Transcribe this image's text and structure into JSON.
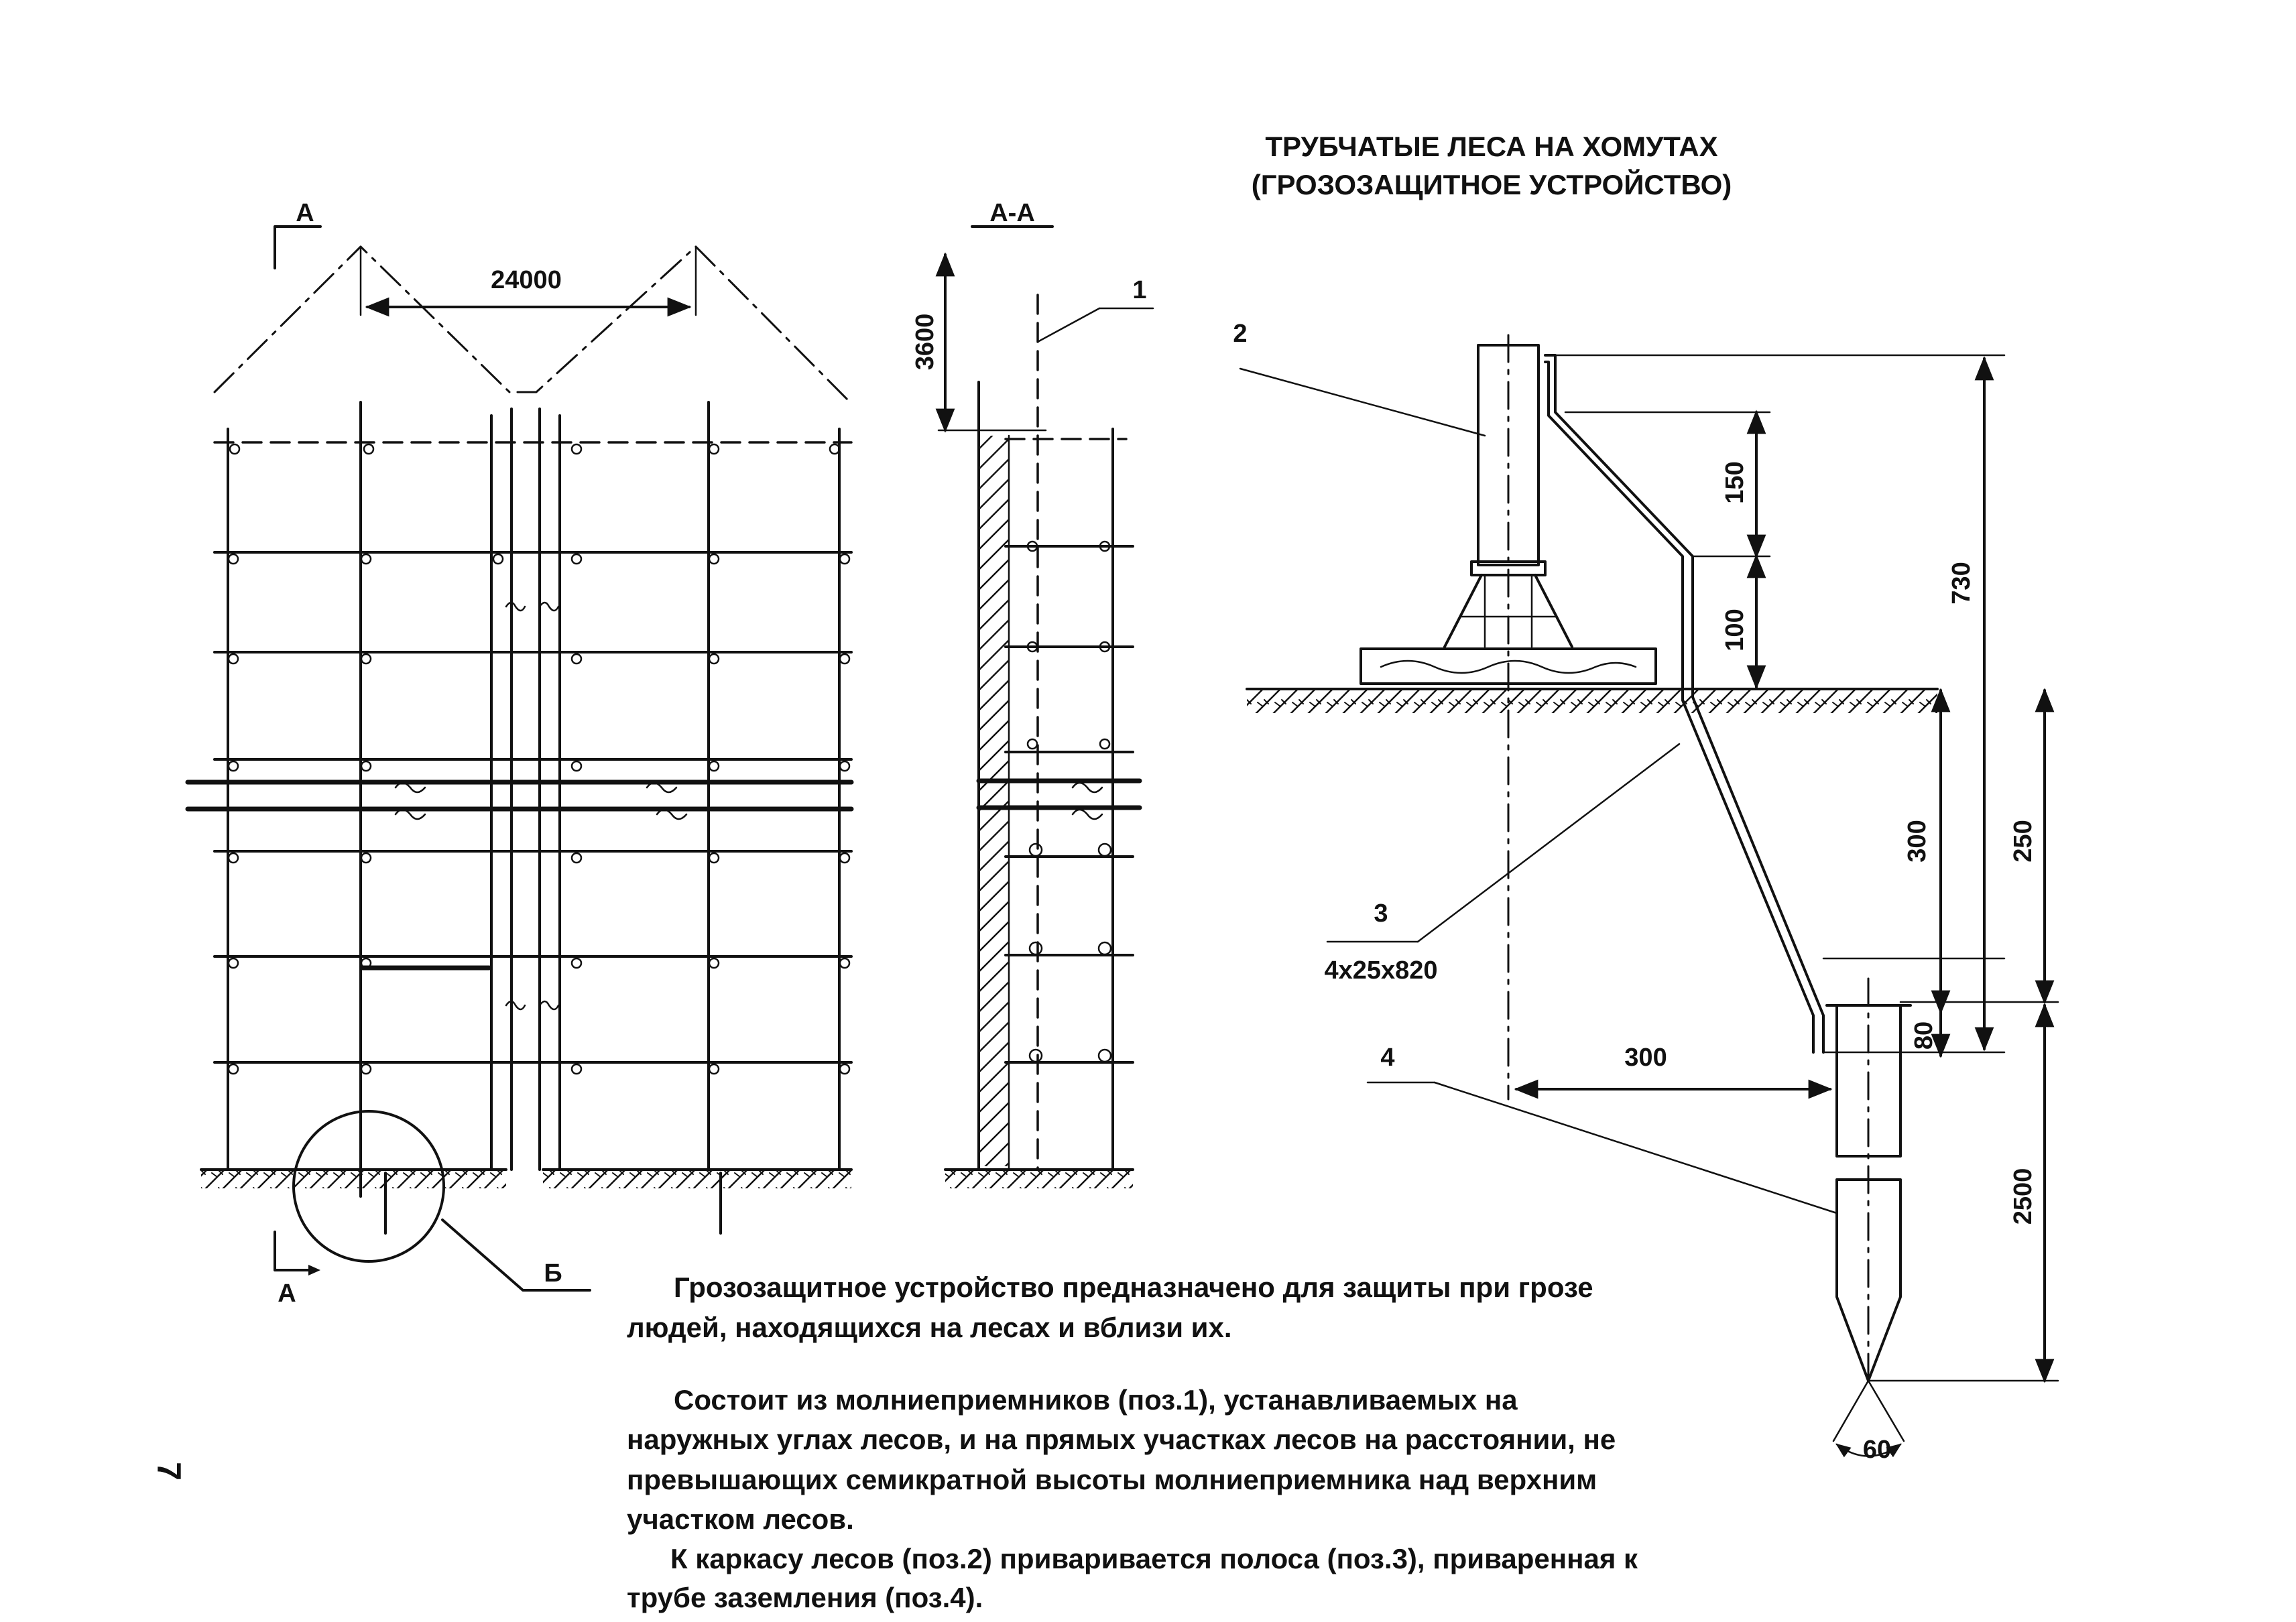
{
  "title": {
    "line1": "ТРУБЧАТЫЕ ЛЕСА НА ХОМУТАХ",
    "line2": "(ГРОЗОЗАЩИТНОЕ УСТРОЙСТВО)"
  },
  "elevation": {
    "section_mark_top": "А",
    "section_mark_bottom": "А",
    "span_dimension": "24000",
    "detail_callout": "Б"
  },
  "section_view": {
    "title": "А-А",
    "height_dimension": "3600",
    "item_1": "1"
  },
  "detail": {
    "item_2": "2",
    "item_3": "3",
    "item_3_size": "4x25x820",
    "item_4": "4",
    "dim_150": "150",
    "dim_100": "100",
    "dim_730": "730",
    "dim_300_vertical": "300",
    "dim_250": "250",
    "dim_300_horizontal": "300",
    "dim_80": "80",
    "dim_2500": "2500",
    "angle_60": "60"
  },
  "text": {
    "p1_line1": "Грозозащитное устройство предназначено для защиты при грозе",
    "p1_line2": "людей, находящихся на лесах и вблизи их.",
    "p2_line1": "Состоит из молниеприемников (поз.1), устанавливаемых на",
    "p2_line2": "наружных углах лесов, и на прямых участках лесов на расстоянии, не",
    "p2_line3": "превышающих семикратной высоты молниеприемника над верхним",
    "p2_line4": "участком лесов.",
    "p3_line1": "К каркасу лесов (поз.2) приваривается полоса (поз.3), приваренная к",
    "p3_line2": "трубе заземления (поз.4)."
  },
  "page_number": "7"
}
